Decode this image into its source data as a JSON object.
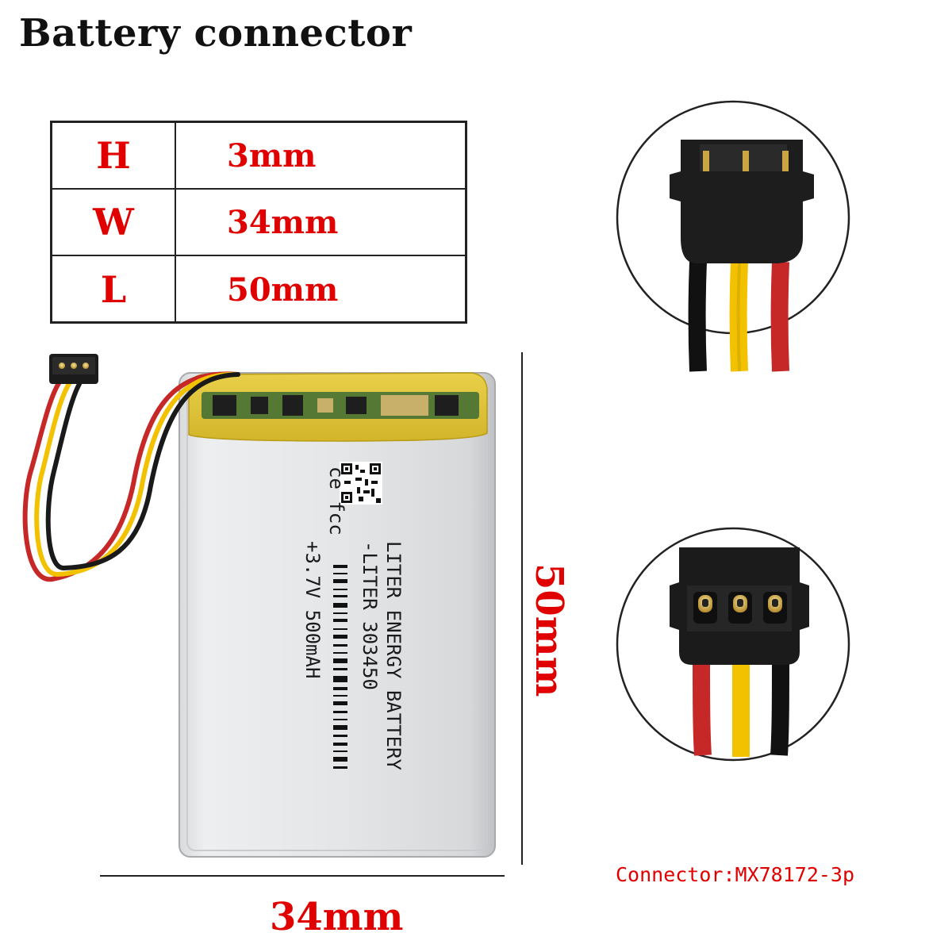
{
  "title": "Battery connector",
  "dimensions": [
    {
      "key": "H",
      "value": "3mm"
    },
    {
      "key": "W",
      "value": "34mm"
    },
    {
      "key": "L",
      "value": "50mm"
    }
  ],
  "battery_label": {
    "brand_line1": "LITER ENERGY BATTERY",
    "brand_line2": "-LITER      303450",
    "spec_line": "+3.7V           500mAH",
    "cert": "ce  fcc"
  },
  "width_label": "34mm",
  "length_label": "50mm",
  "connector_note": "Connector:MX78172-3p",
  "colors": {
    "accent": "#e00000",
    "wire_red": "#c62828",
    "wire_yellow": "#f2c200",
    "wire_black": "#1a1a1a"
  }
}
